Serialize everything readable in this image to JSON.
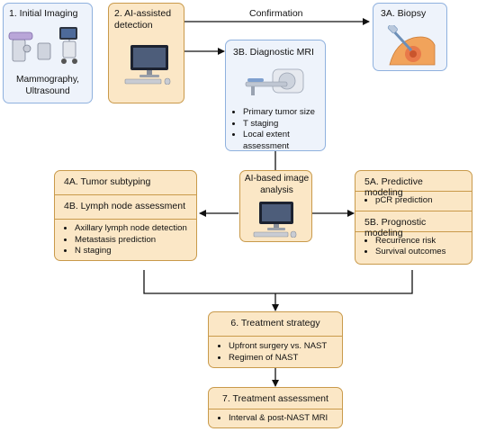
{
  "step1": {
    "title": "1. Initial Imaging",
    "modalities": "Mammography, Ultrasound"
  },
  "step2": {
    "title": "2. AI-assisted detection"
  },
  "confirmation_label": "Confirmation",
  "step3a": {
    "title": "3A. Biopsy"
  },
  "step3b": {
    "title": "3B. Diagnostic MRI",
    "items": [
      "Primary tumor size",
      "T staging",
      "Local extent assessment"
    ]
  },
  "ai_center": {
    "title": "AI-based image analysis"
  },
  "step4a": {
    "title": "4A. Tumor subtyping"
  },
  "step4b": {
    "title": "4B. Lymph node assessment",
    "items": [
      "Axillary lymph node detection",
      "Metastasis prediction",
      "N staging"
    ]
  },
  "step5a": {
    "title": "5A. Predictive modeling",
    "items": [
      "pCR prediction"
    ]
  },
  "step5b": {
    "title": "5B. Prognostic modeling",
    "items": [
      "Recurrence risk",
      "Survival outcomes"
    ]
  },
  "step6": {
    "title": "6. Treatment strategy",
    "items": [
      "Upfront surgery vs. NAST",
      "Regimen of NAST"
    ]
  },
  "step7": {
    "title": "7. Treatment assessment",
    "items": [
      "Interval & post-NAST MRI"
    ]
  },
  "colors": {
    "blue_fill": "#eef3fb",
    "blue_border": "#8fb1de",
    "tan_fill": "#fbe7c6",
    "tan_border": "#c99a4b"
  }
}
